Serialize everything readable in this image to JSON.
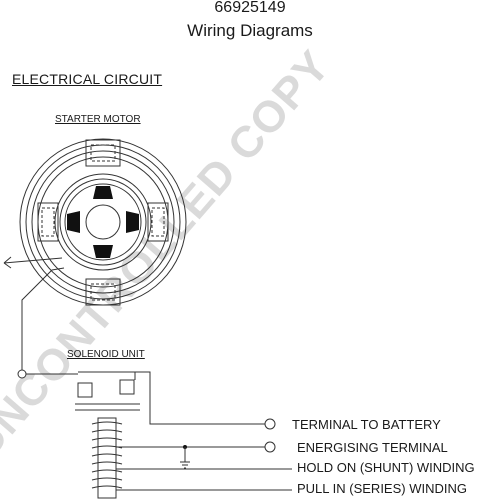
{
  "header": {
    "part_number": "66925149",
    "title": "Wiring Diagrams"
  },
  "section_title": "ELECTRICAL CIRCUIT",
  "diagram": {
    "starter_label": "STARTER MOTOR",
    "solenoid_label": "SOLENOID UNIT",
    "terminals": [
      {
        "label": "TERMINAL TO BATTERY"
      },
      {
        "label": "ENERGISING TERMINAL"
      },
      {
        "label": "HOLD ON (SHUNT) WINDING"
      },
      {
        "label": "PULL IN (SERIES) WINDING"
      }
    ]
  },
  "watermark": "UNCONTROLLED COPY",
  "colors": {
    "line": "#333333",
    "watermark": "#d4d4d4"
  }
}
